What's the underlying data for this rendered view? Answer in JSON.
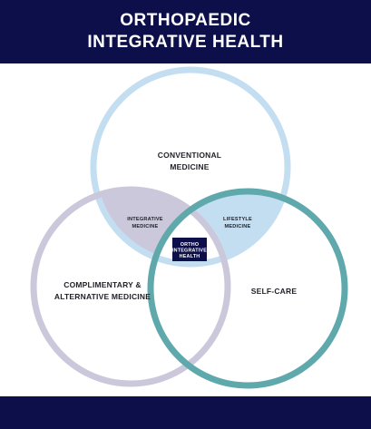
{
  "header": {
    "title_line1": "ORTHOPAEDIC",
    "title_line2": "INTEGRATIVE HEALTH"
  },
  "circles": {
    "conventional": {
      "line1": "CONVENTIONAL",
      "line2": "MEDICINE",
      "stroke_color": "#c3def0"
    },
    "complementary": {
      "line1": "COMPLIMENTARY &",
      "line2": "ALTERNATIVE MEDICINE",
      "stroke_color": "#cac8da"
    },
    "selfcare": {
      "line1": "SELF-CARE",
      "stroke_color": "#5fa9ad"
    }
  },
  "overlaps": {
    "integrative": {
      "line1": "INTEGRATIVE",
      "line2": "MEDICINE",
      "fill_color": "#cac8da"
    },
    "lifestyle": {
      "line1": "LIFESTYLE",
      "line2": "MEDICINE",
      "fill_color": "#c3def0"
    }
  },
  "center": {
    "line1": "ORTHO",
    "line2": "INTEGRATIVE",
    "line3": "HEALTH",
    "box_color": "#0d0f4a"
  }
}
